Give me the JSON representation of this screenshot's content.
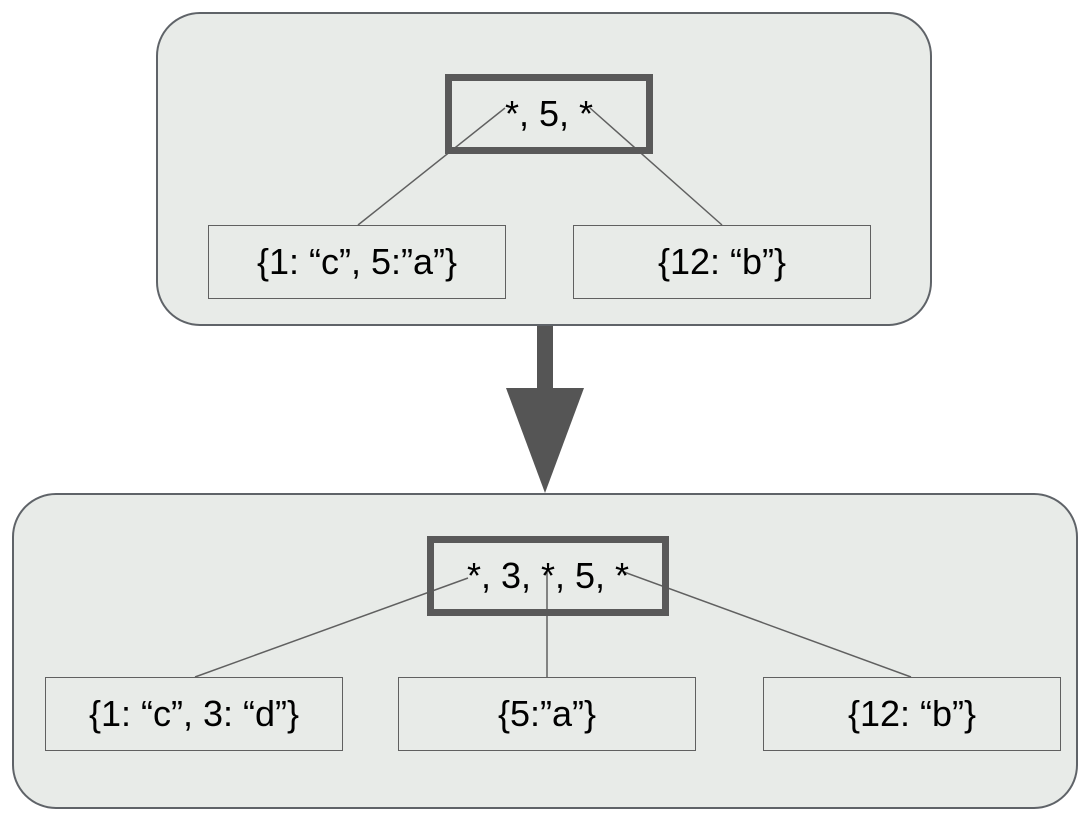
{
  "colors": {
    "panel_fill": "#e8ebe8",
    "panel_border": "#5f6368",
    "node_border": "#595959",
    "arrow": "#555555",
    "link": "#606060"
  },
  "before": {
    "root_label": "*, 5, *",
    "leaves": [
      "{1: “c”, 5:”a”}",
      "{12: “b”}"
    ]
  },
  "after": {
    "root_label": "*, 3, *, 5, *",
    "leaves": [
      "{1: “c”, 3: “d”}",
      "{5:”a”}",
      "{12: “b”}"
    ]
  },
  "transition_icon": "down-arrow-icon"
}
